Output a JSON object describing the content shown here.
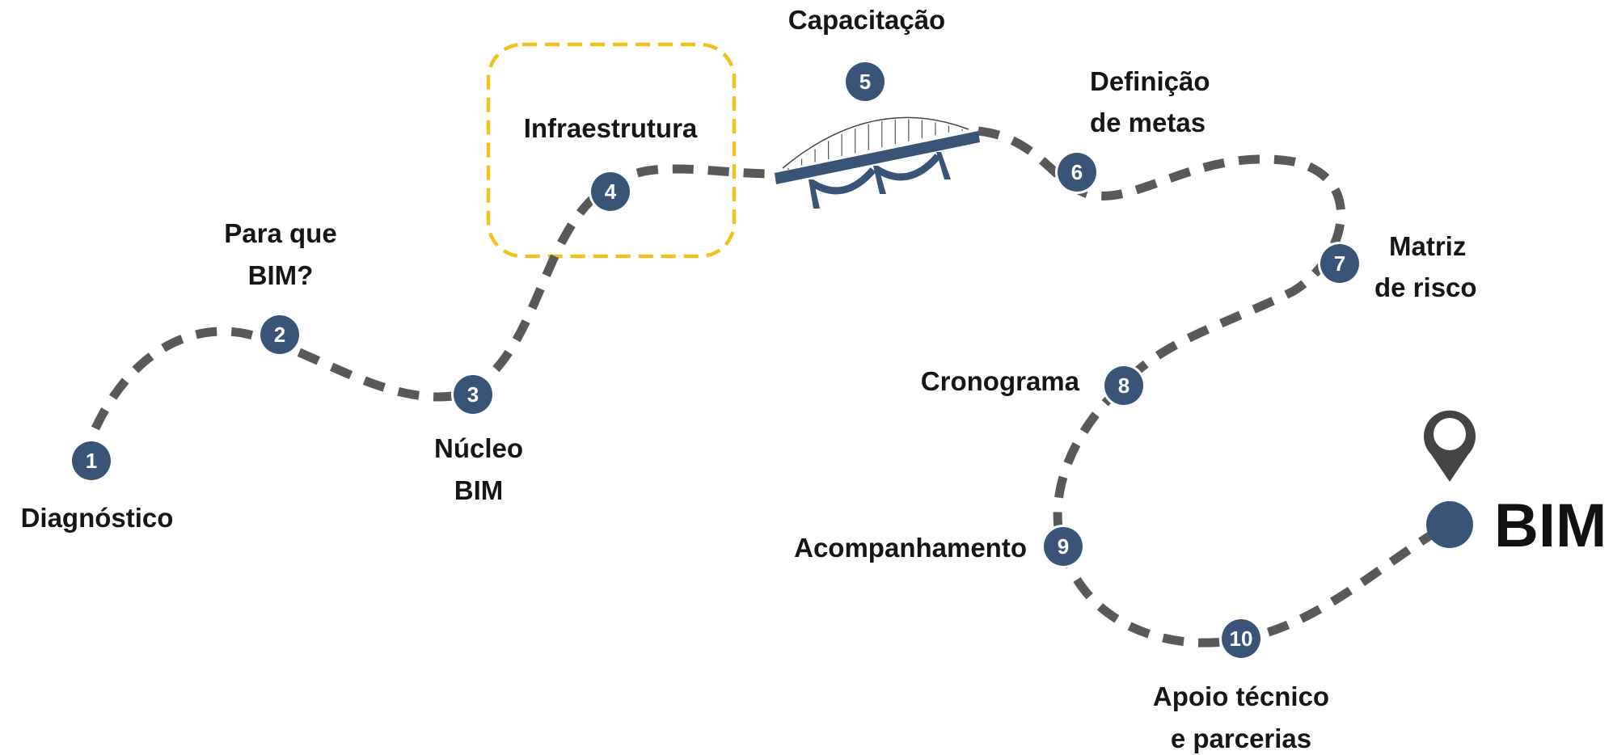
{
  "colors": {
    "path": "#58595b",
    "node": "#3a5478",
    "node_ring": "#ffffff",
    "label": "#161616",
    "highlight": "#f4c01f",
    "bridge": "#3a5478",
    "pin": "#444444"
  },
  "icons": [
    "bridge-icon",
    "map-pin-icon"
  ],
  "steps": [
    {
      "number": "1",
      "label": [
        "Diagnóstico"
      ]
    },
    {
      "number": "2",
      "label": [
        "Para que",
        "BIM?"
      ]
    },
    {
      "number": "3",
      "label": [
        "Núcleo",
        "BIM"
      ]
    },
    {
      "number": "4",
      "label": [
        "Infraestrutura"
      ]
    },
    {
      "number": "5",
      "label": [
        "Capacitação"
      ]
    },
    {
      "number": "6",
      "label": [
        "Definição",
        "de metas"
      ]
    },
    {
      "number": "7",
      "label": [
        "Matriz",
        "de risco"
      ]
    },
    {
      "number": "8",
      "label": [
        "Cronograma"
      ]
    },
    {
      "number": "9",
      "label": [
        "Acompanhamento"
      ]
    },
    {
      "number": "10",
      "label": [
        "Apoio técnico",
        "e parcerias"
      ]
    }
  ],
  "destination": {
    "label": "BIM"
  },
  "highlighted_step": "4"
}
